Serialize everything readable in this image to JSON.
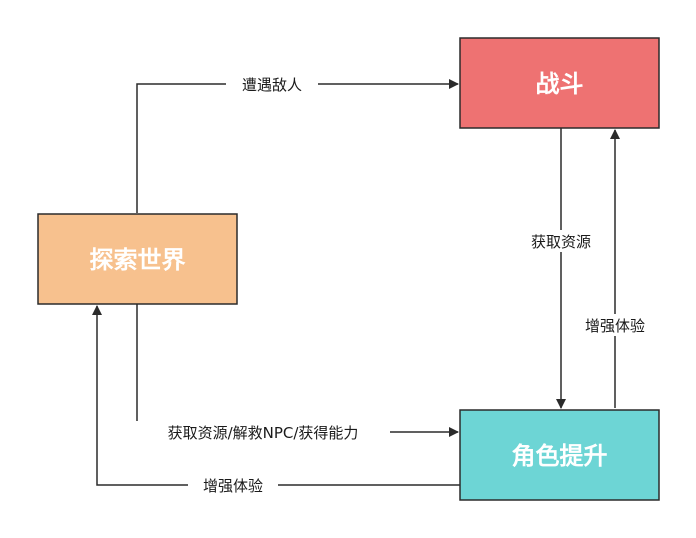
{
  "nodes": {
    "battle": {
      "label": "战斗",
      "color": "#ee7272"
    },
    "explore": {
      "label": "探索世界",
      "color": "#f7c18e"
    },
    "upgrade": {
      "label": "角色提升",
      "color": "#6dd5d5"
    }
  },
  "edges": {
    "encounter": {
      "label": "遭遇敌人"
    },
    "battle_to_upgrade": {
      "label": "获取资源"
    },
    "upgrade_to_battle": {
      "label": "增强体验"
    },
    "explore_to_upgrade": {
      "label": "获取资源/解救NPC/获得能力"
    },
    "upgrade_to_explore": {
      "label": "增强体验"
    }
  }
}
